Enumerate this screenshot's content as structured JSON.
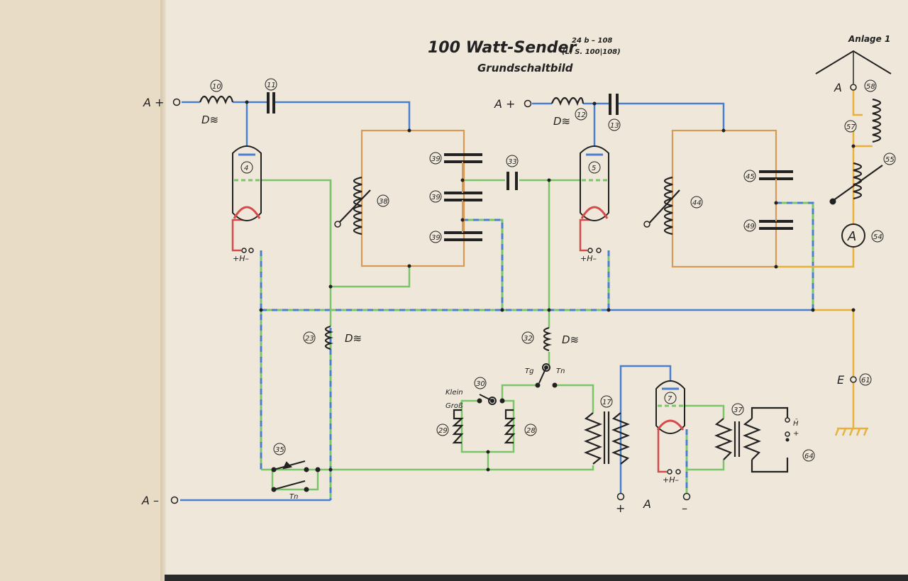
{
  "title": "100 Watt-Sender",
  "subtitle": "Grundschaltbild",
  "ref_top": "24 b – 108",
  "ref_bottom": "(L. S. 100|108)",
  "appendix": "Anlage 1",
  "terminals": {
    "a_plus_left": "A +",
    "a_plus_mid": "A +",
    "a_minus": "A –",
    "antenna": "A",
    "earth": "E",
    "psu_plus": "+",
    "psu_a": "A",
    "psu_minus": "–",
    "heater_left": "+H–",
    "heater_mid": "+H–",
    "heater_bottom": "+H–"
  },
  "labels": {
    "choke_d1": "D≋",
    "choke_d2": "D≋",
    "choke_d3": "D≋",
    "choke_d4": "D≋",
    "klein": "Klein",
    "gross": "Groß",
    "tg": "Tg",
    "tn": "Tn",
    "tn_key": "Tn",
    "h_bar": "H̄",
    "h_plus": "+"
  },
  "components": [
    "10",
    "11",
    "4",
    "38",
    "39",
    "39",
    "39",
    "33",
    "12",
    "13",
    "5",
    "44",
    "45",
    "49",
    "58",
    "57",
    "55",
    "54",
    "61",
    "23",
    "32",
    "30",
    "29",
    "28",
    "17",
    "7",
    "37",
    "64",
    "35"
  ],
  "wire_colors": {
    "blue": "#4a7fd0",
    "green": "#7cc46a",
    "orange": "#d59a58",
    "yellow": "#e8b23a",
    "red": "#d64a4a",
    "ink": "#222222"
  }
}
